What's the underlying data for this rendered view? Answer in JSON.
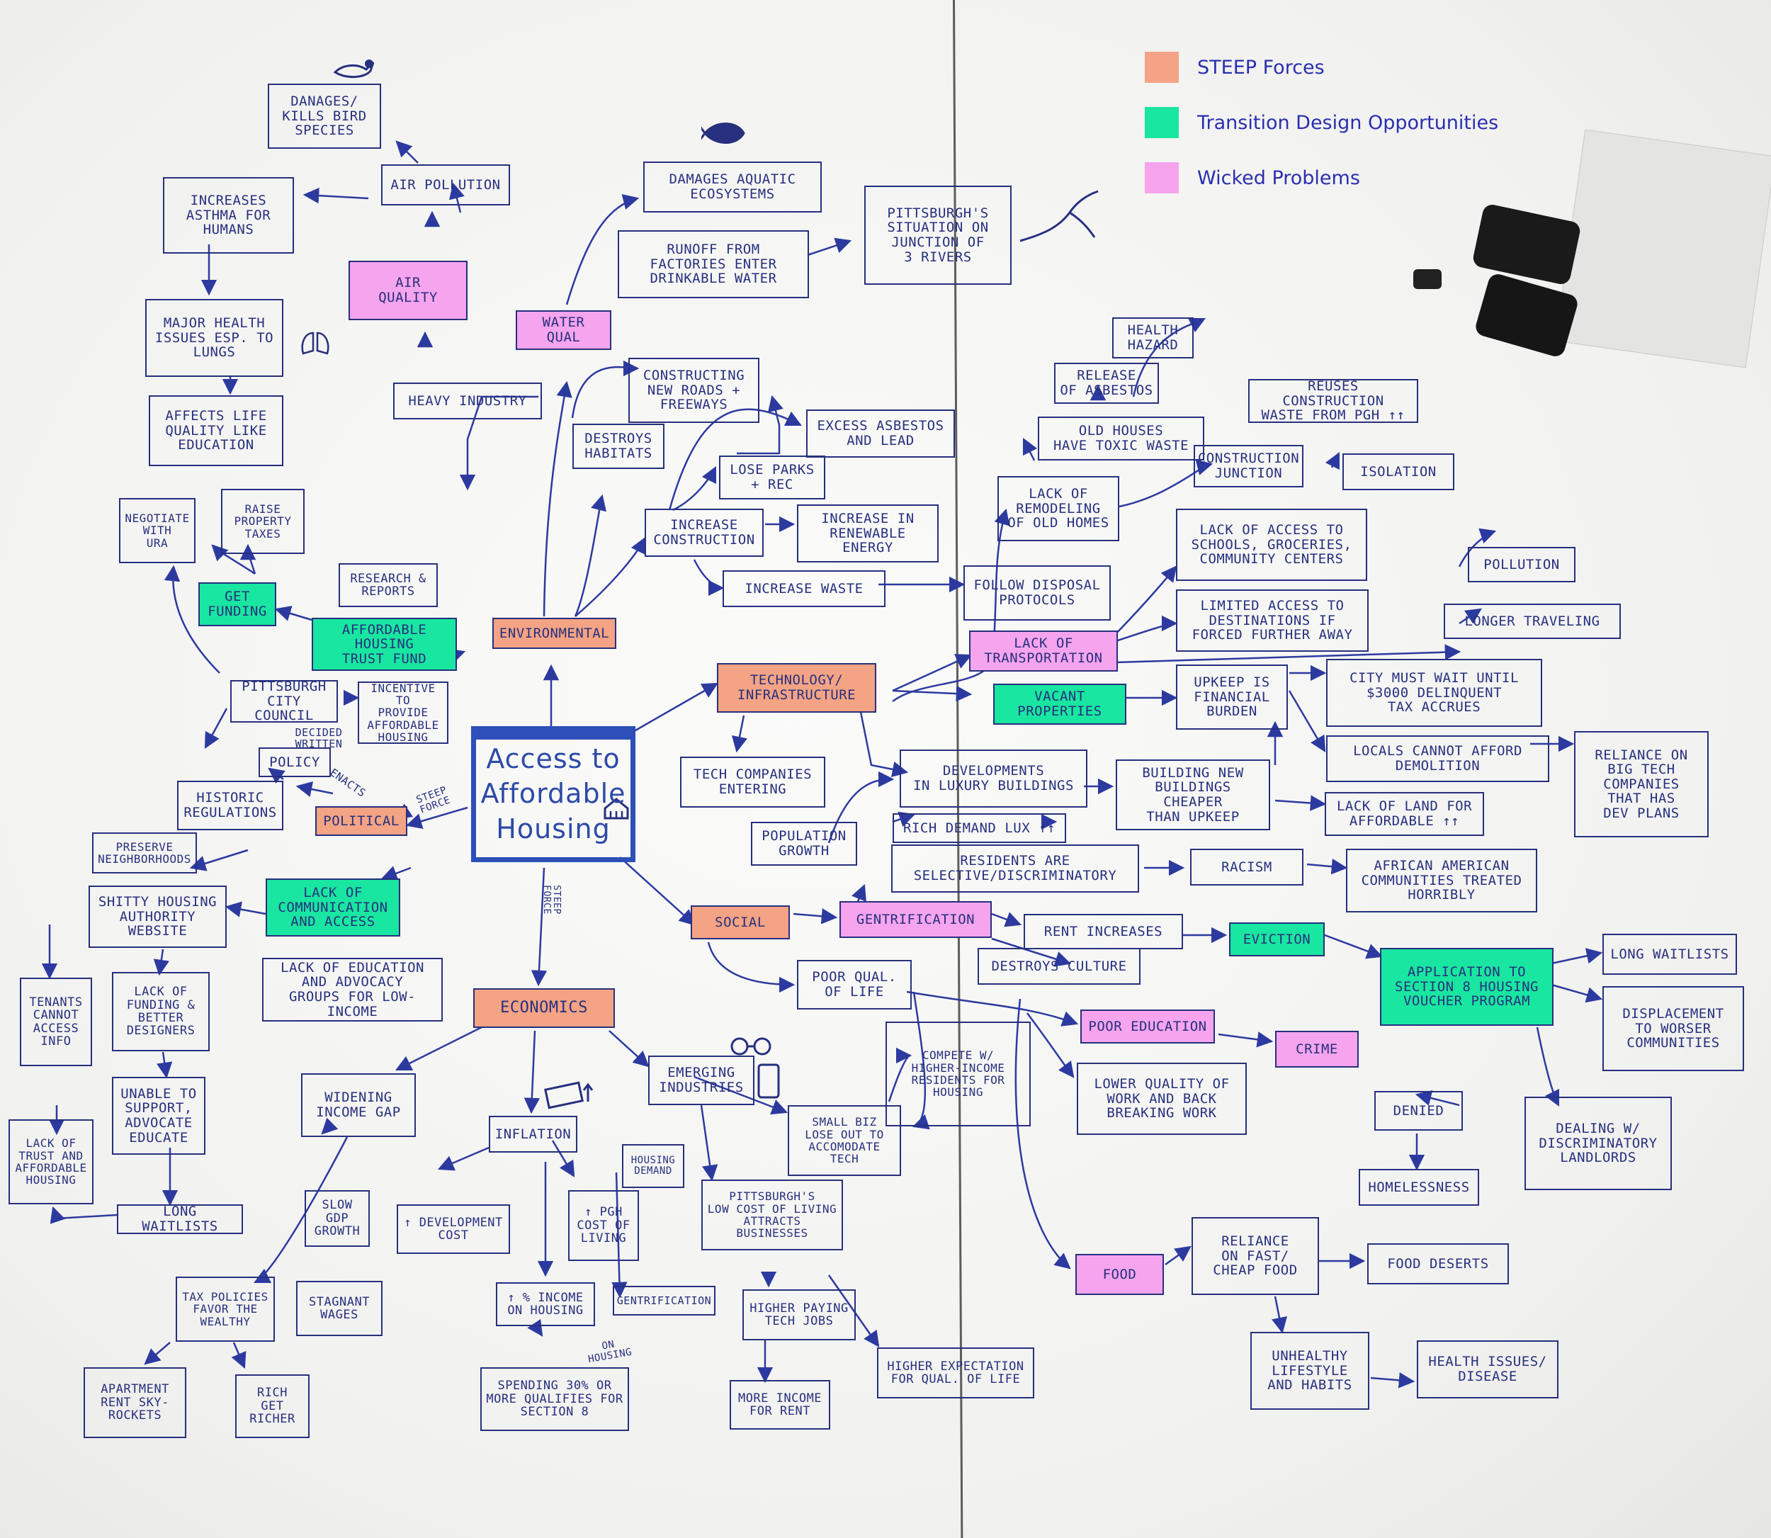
{
  "legend": [
    {
      "label": "STEEP Forces",
      "color": "#f4a384"
    },
    {
      "label": "Transition Design Opportunities",
      "color": "#19e6a0"
    },
    {
      "label": "Wicked Problems",
      "color": "#f6a4ee"
    }
  ],
  "center": "Access to\nAffordable\nHousing",
  "nodes": {
    "n1": "Danages/\nKills Bird\nSpecies",
    "n2": "Air Pollution",
    "n3": "Increases\nAsthma for\nHumans",
    "n4": "Air\nQuality",
    "n5": "Major Health\nIssues esp. to\nLungs",
    "n6": "Affects Life\nQuality Like\nEducation",
    "n7": "Heavy Industry",
    "n8": "Water\nQual",
    "n9": "Damages Aquatic\nEcosystems",
    "n10": "Runoff from\nFactories enter\nDrinkable Water",
    "n11": "Pittsburgh's\nSituation on\nJunction of\n3 Rivers",
    "n12": "Constructing\nNew Roads +\nFreeways",
    "n13": "Destroys\nHabitats",
    "n14": "Excess Asbestos\nand Lead",
    "n15": "Lose Parks\n+ Rec",
    "n16": "Increase\nConstruction",
    "n17": "Increase in\nRenewable\nEnergy",
    "n18": "Increase Waste",
    "n19": "Follow Disposal\nProtocols",
    "n20": "Environmental",
    "n21": "Health\nHazard",
    "n22": "Release\nof Asbestos",
    "n23": "Old Houses\nHave Toxic Waste",
    "n24": "Reuses Construction\nWaste from Pgh ↑↑",
    "n25": "Construction\nJunction",
    "n26": "Lack of\nRemodeling\nof Old Homes",
    "n27": "Isolation",
    "n28": "Lack of Access to\nSchools, Groceries,\nCommunity Centers",
    "n29": "Limited Access to\nDestinations if\nForced Further Away",
    "n30": "Pollution",
    "n31": "Longer Traveling",
    "n32": "Lack of\nTransportation",
    "n33": "Vacant\nProperties",
    "n34": "Technology/\nInfrastructure",
    "n35": "Upkeep is\nFinancial\nBurden",
    "n36": "City Must Wait Until\n$3000 Delinquent\nTax Accrues",
    "n37": "Locals Cannot Afford\nDemolition",
    "n38": "Reliance on\nBig Tech\nCompanies\nThat Has\nDev Plans",
    "n39": "Tech Companies\nEntering",
    "n40": "Developments\nin Luxury Buildings",
    "n41": "Building New\nBuildings Cheaper\nThan Upkeep",
    "n42": "Lack of Land for\nAffordable ↑↑",
    "n43": "Rich Demand Lux ↑↑",
    "n44": "Population\nGrowth",
    "n45": "Residents are\nSelective/Discriminatory",
    "n46": "Racism",
    "n47": "African American\nCommunities Treated\nHorribly",
    "n48": "Social",
    "n49": "Gentrification",
    "n50": "Rent Increases",
    "n51": "Eviction",
    "n52": "Application to\nSection 8 Housing\nVoucher Program",
    "n53": "Long Waitlists",
    "n54": "Displacement\nto Worser\nCommunities",
    "n55": "Destroys Culture",
    "n56": "Poor Qual.\nof Life",
    "n57": "Poor Education",
    "n58": "Crime",
    "n59": "Lower Quality of\nWork and Back\nBreaking Work",
    "n60": "Denied",
    "n61": "Homelessness",
    "n62": "Dealing w/\nDiscriminatory\nLandlords",
    "n63": "Food",
    "n64": "Reliance\non Fast/\nCheap Food",
    "n65": "Food Deserts",
    "n66": "Unhealthy\nLifestyle\nand Habits",
    "n67": "Health Issues/\nDisease",
    "n68": "Compete w/\nHigher-Income\nResidents for\nHousing",
    "n69": "Small Biz\nLose Out to\nAccomodate Tech",
    "n70": "Negotiate\nwith\nURA",
    "n71": "Raise\nProperty\nTaxes",
    "n72": "Get\nFunding",
    "n73": "Research &\nReports",
    "n74": "Affordable\nHousing\nTrust Fund",
    "n75": "Pittsburgh\nCity Council",
    "n76": "Incentive to\nProvide\nAffordable\nHousing",
    "n77": "Policy",
    "n78": "Decided\nWritten",
    "n79": "Enacts",
    "n80": "Historic\nRegulations",
    "n81": "Political",
    "n82": "Steep\nForce",
    "n83": "Preserve\nNeighborhoods",
    "n84": "Shitty Housing\nAuthority\nWebsite",
    "n85": "Lack of\nCommunication\nand Access",
    "n86": "Lack of Education\nand Advocacy\nGroups for Low-Income",
    "n87": "Tenants\nCannot\nAccess\nInfo",
    "n88": "Lack of\nFunding &\nBetter\nDesigners",
    "n89": "Unable to\nSupport,\nAdvocate\nEducate",
    "n90": "Lack of\nTrust and\nAffordable\nHousing",
    "n91": "Long Waitlists",
    "n92": "Economics",
    "n93": "Steep Force",
    "n94": "Widening\nIncome Gap",
    "n95": "Inflation",
    "n96": "Emerging\nIndustries",
    "n97": "Slow GDP\nGrowth",
    "n98": "Stagnant\nWages",
    "n99": "Tax Policies\nFavor the\nWealthy",
    "n100": "Apartment\nRent Sky-\nRockets",
    "n101": "Rich\nGet\nRicher",
    "n102": "↑ Development\nCost",
    "n103": "↑ PGH\nCost of\nLiving",
    "n104": "Housing\nDemand",
    "n105": "↑ % Income\non Housing",
    "n106": "Gentrification",
    "n107": "Spending 30% or\nMore Qualifies for\nSection 8",
    "n108": "on Housing",
    "n109": "Pittsburgh's\nLow Cost of Living\nAttracts Businesses",
    "n110": "Higher Paying\nTech Jobs",
    "n111": "More Income\nfor Rent",
    "n112": "Higher Expectation\nfor Qual. of Life"
  }
}
